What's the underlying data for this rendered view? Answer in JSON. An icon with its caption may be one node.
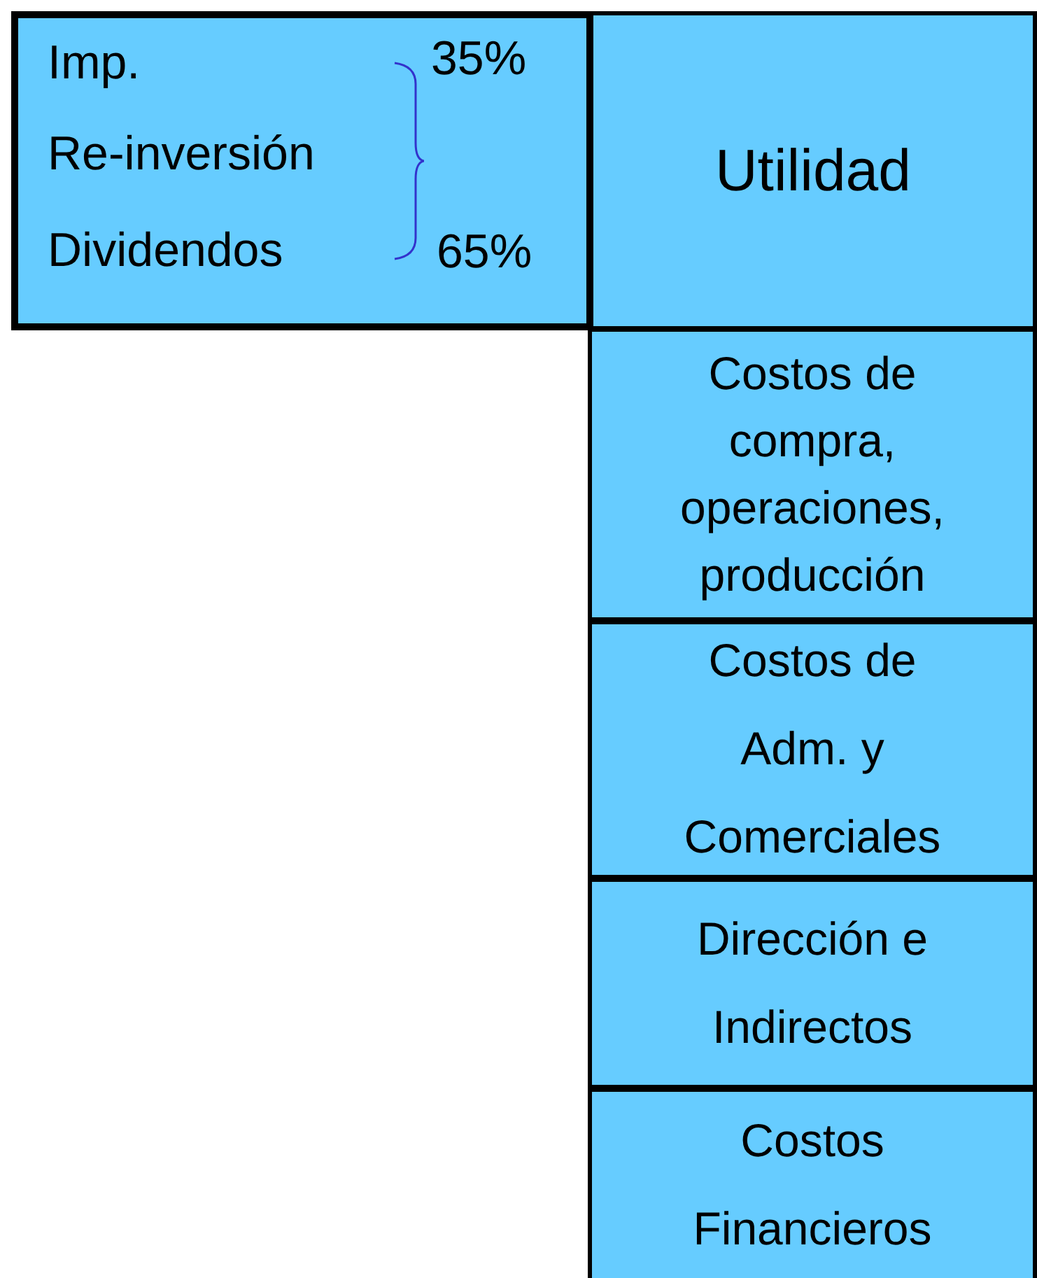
{
  "diagram": {
    "nodes": [
      {
        "text": [
          "Imp.",
          "Re-inversión",
          "Dividendos",
          "35%",
          "65%"
        ]
      },
      {
        "text": [
          "Utilidad"
        ]
      },
      {
        "text": [
          "Costos de compra, operaciones, producción"
        ]
      },
      {
        "text": [
          "Costos de Adm. y Comerciales"
        ]
      },
      {
        "text": [
          "Dirección e Indirectos"
        ]
      },
      {
        "text": [
          "Costos Financieros"
        ]
      }
    ]
  }
}
